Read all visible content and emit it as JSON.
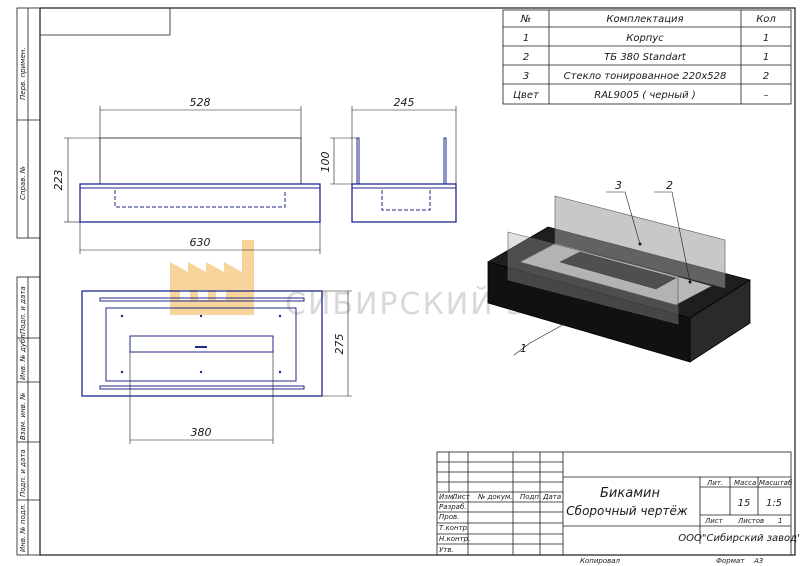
{
  "spec_table": {
    "headers": {
      "num": "№",
      "name": "Комплектация",
      "qty": "Кол"
    },
    "rows": [
      {
        "num": "1",
        "name": "Корпус",
        "qty": "1"
      },
      {
        "num": "2",
        "name": "ТБ 380 Standart",
        "qty": "1"
      },
      {
        "num": "3",
        "name": "Стекло тонированное 220x528",
        "qty": "2"
      },
      {
        "num": "Цвет",
        "name": "RAL9005 ( черный )",
        "qty": "–"
      }
    ]
  },
  "dimensions": {
    "glass_width": "528",
    "depth_top": "245",
    "height": "223",
    "glass_height": "100",
    "length": "630",
    "depth_plan": "275",
    "burner": "380"
  },
  "callouts": {
    "body": "1",
    "burner": "2",
    "glass": "3"
  },
  "watermark": "СИБИРСКИЙ ЗАВОД",
  "side_labels": {
    "first_use": "Перв. примен.",
    "reference": "Справ. №",
    "sign_date_1": "Подп. и дата",
    "dupl_inv": "Инв. № дубл.",
    "replaces_inv": "Взам. инв. №",
    "sign_date_2": "Подп. и дата",
    "orig_inv": "Инв. № подл."
  },
  "title_block": {
    "col_izm": "Изм.",
    "col_list": "Лист",
    "col_doc": "№ докум.",
    "col_sign": "Подп.",
    "col_date": "Дата",
    "row_develop": "Разраб.",
    "row_check": "Пров.",
    "row_tcontrol": "Т.контр.",
    "row_ncontrol": "Н.контр.",
    "row_approve": "Утв.",
    "title": "Бикамин",
    "subtitle": "Сборочный чертёж",
    "lit_label": "Лит.",
    "mass_label": "Масса",
    "scale_label": "Масштаб",
    "mass_value": "15",
    "scale_value": "1:5",
    "sheet_label": "Лист",
    "sheets_label": "Листов",
    "sheets_value": "1",
    "company": "ООО\"Сибирский завод\"",
    "copied_label": "Копировал",
    "format_label": "Формат",
    "format_value": "А3"
  }
}
